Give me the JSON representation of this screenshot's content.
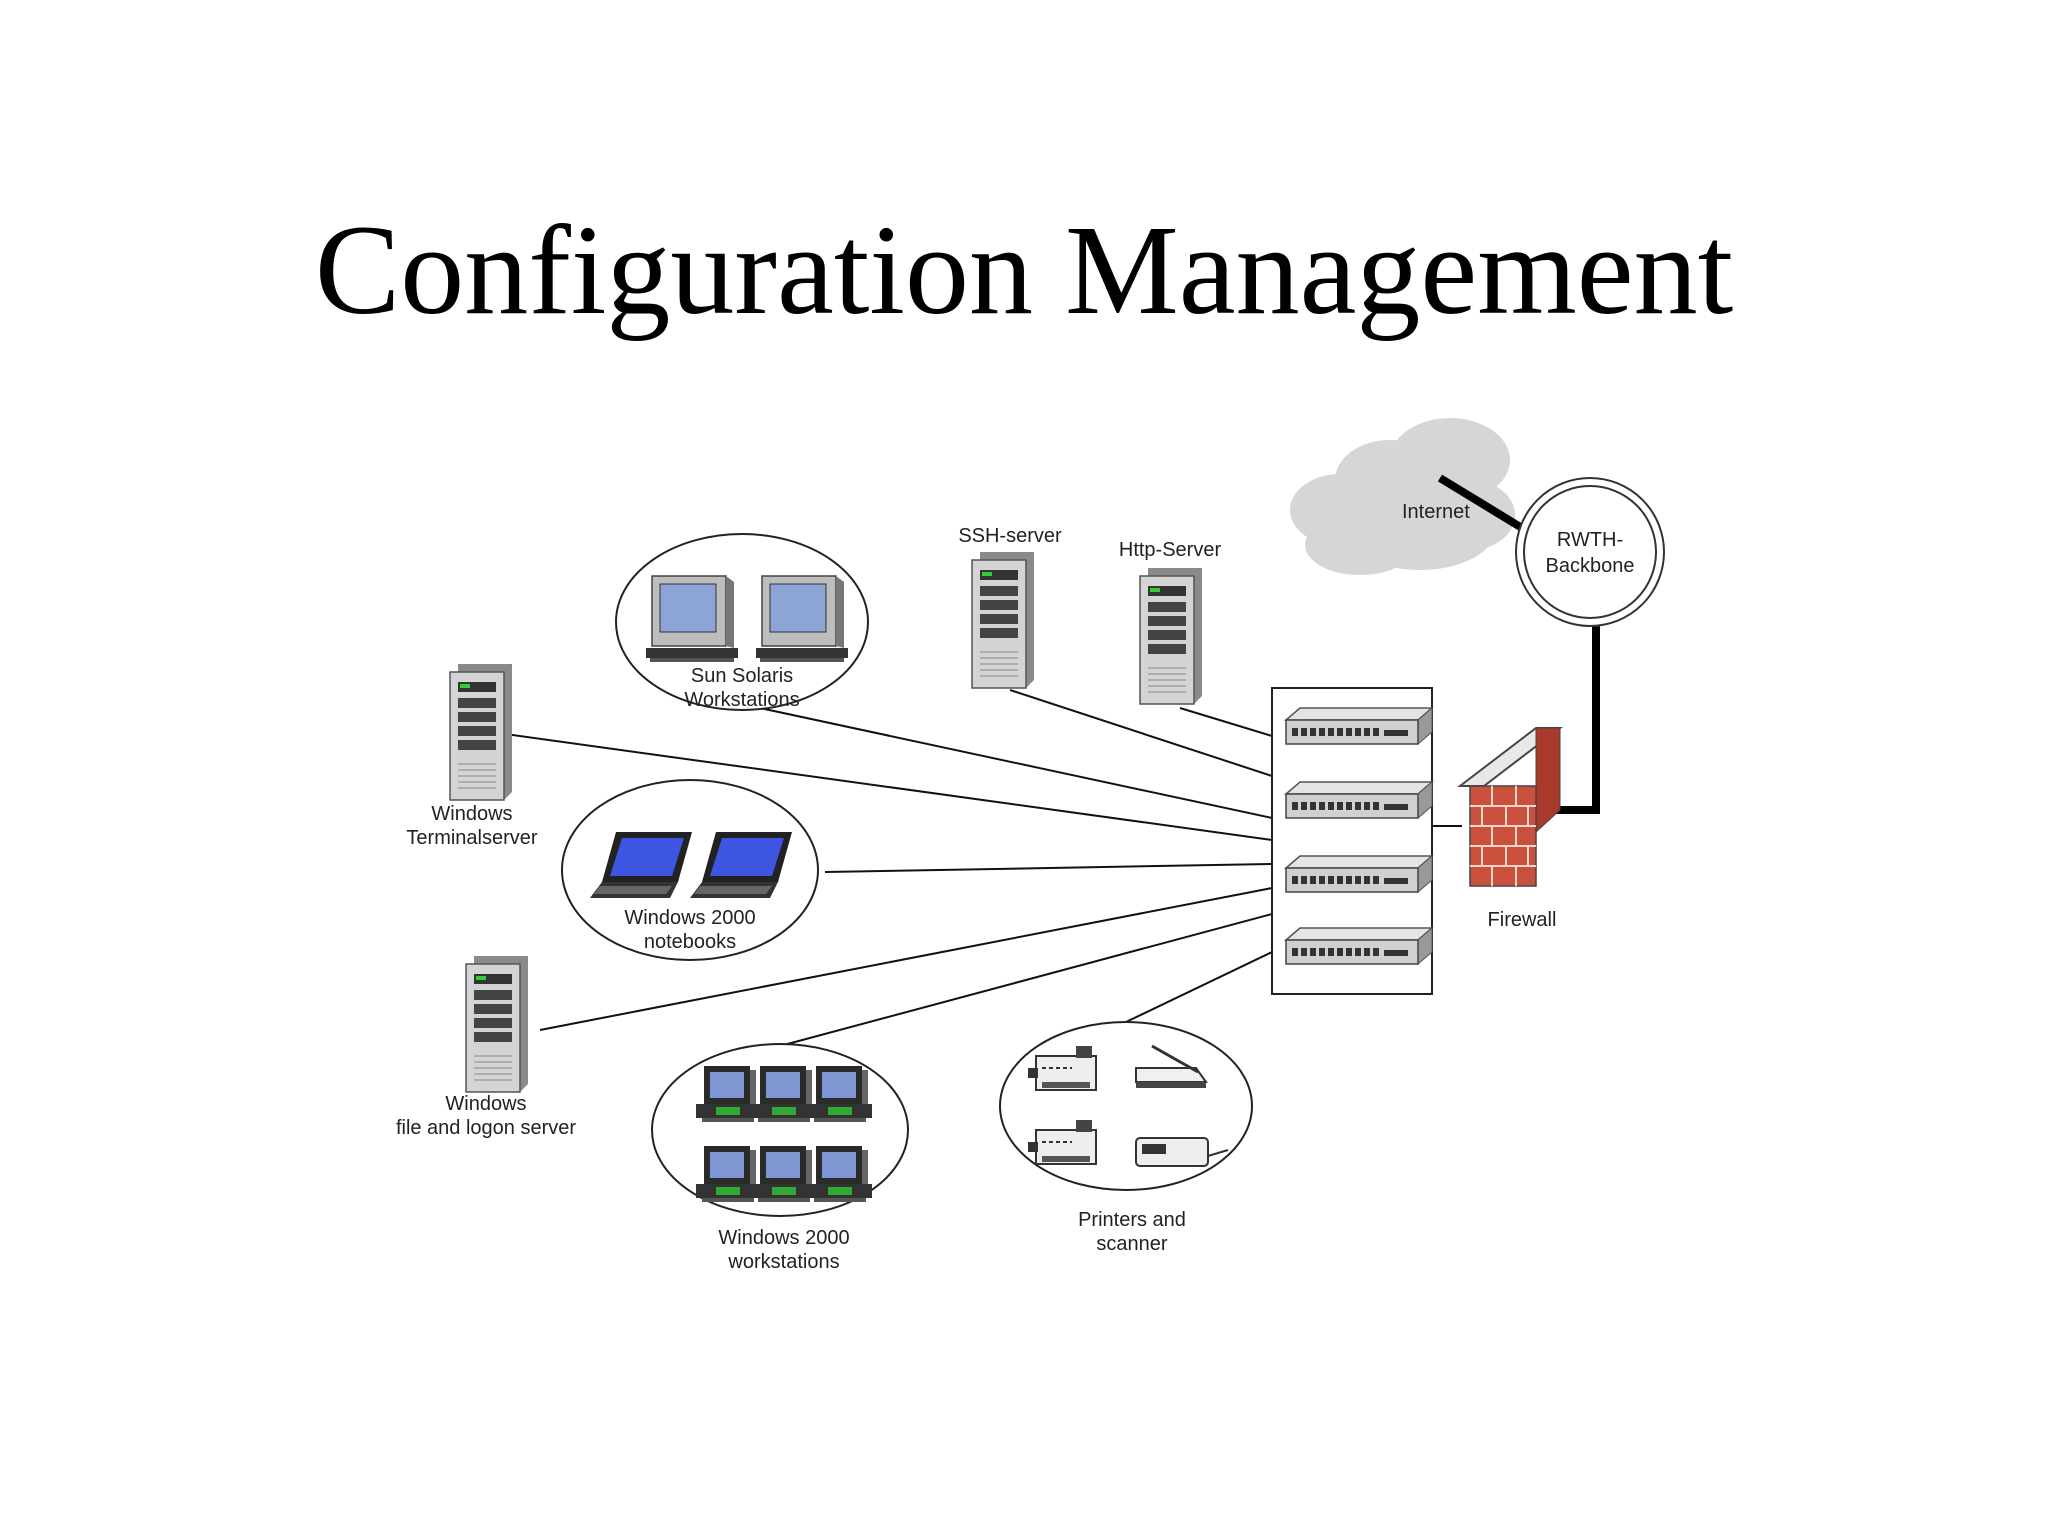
{
  "slide": {
    "title": "Configuration Management"
  },
  "diagram": {
    "internet_label": "Internet",
    "backbone_label": [
      "RWTH-",
      "Backbone"
    ],
    "firewall_label": "Firewall",
    "ssh_server_label": "SSH-server",
    "http_server_label": "Http-Server",
    "sun_workstations_label": [
      "Sun Solaris",
      "Workstations"
    ],
    "terminalserver_label": [
      "Windows",
      "Terminalserver"
    ],
    "notebooks_label": [
      "Windows 2000",
      "notebooks"
    ],
    "file_server_label": [
      "Windows",
      "file and logon server"
    ],
    "win_workstations_label": [
      "Windows 2000",
      "workstations"
    ],
    "printers_label": [
      "Printers and",
      "scanner"
    ]
  },
  "colors": {
    "screen": "#4a60e0",
    "brick": "#c8503c",
    "cloud": "#d8d8d8",
    "server_body": "#c8c8c8",
    "switch_body": "#d0d0d0"
  }
}
